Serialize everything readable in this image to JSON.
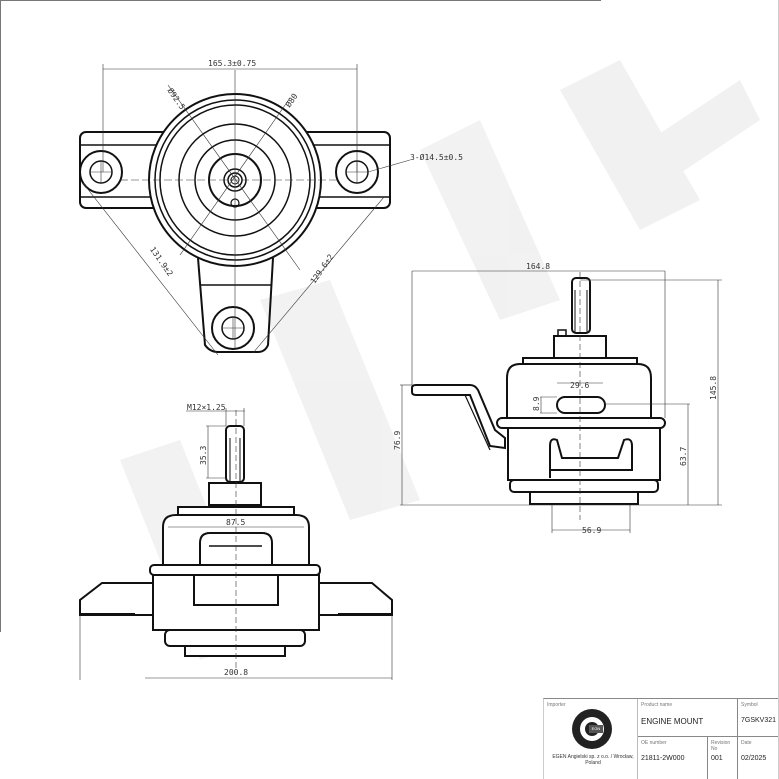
{
  "drawing": {
    "top_view": {
      "dim_width": "165.3±0.75",
      "dim_dia_outer": "Ø92.5",
      "dim_dia_inner": "Ø80",
      "dim_holes": "3-Ø14.5±0.5",
      "dim_left_diag": "131.9±2",
      "dim_right_diag": "129.6±2"
    },
    "side_view": {
      "dim_width": "164.8",
      "dim_height_total": "145.8",
      "dim_height_bracket": "76.9",
      "dim_height_mid": "63.7",
      "dim_slot_width": "29.6",
      "dim_slot_height": "8.9",
      "dim_base": "56.9"
    },
    "front_view": {
      "dim_thread": "M12×1.25",
      "dim_stud_len": "35.3",
      "dim_body": "87.5",
      "dim_total_width": "200.8"
    }
  },
  "title_block": {
    "importer_label": "Importer",
    "importer_text": "EGEN Angielski sp. z o.o. / Wrocław, Poland",
    "logo_badge": "EGN",
    "product_name_label": "Product name",
    "product_name": "ENGINE MOUNT",
    "symbol_label": "Symbol",
    "symbol": "7GSKV321",
    "oe_number_label": "OE number",
    "oe_number": "21811-2W000",
    "revision_label": "Revision No",
    "revision": "001",
    "date_label": "Date",
    "date": "02/2025"
  }
}
